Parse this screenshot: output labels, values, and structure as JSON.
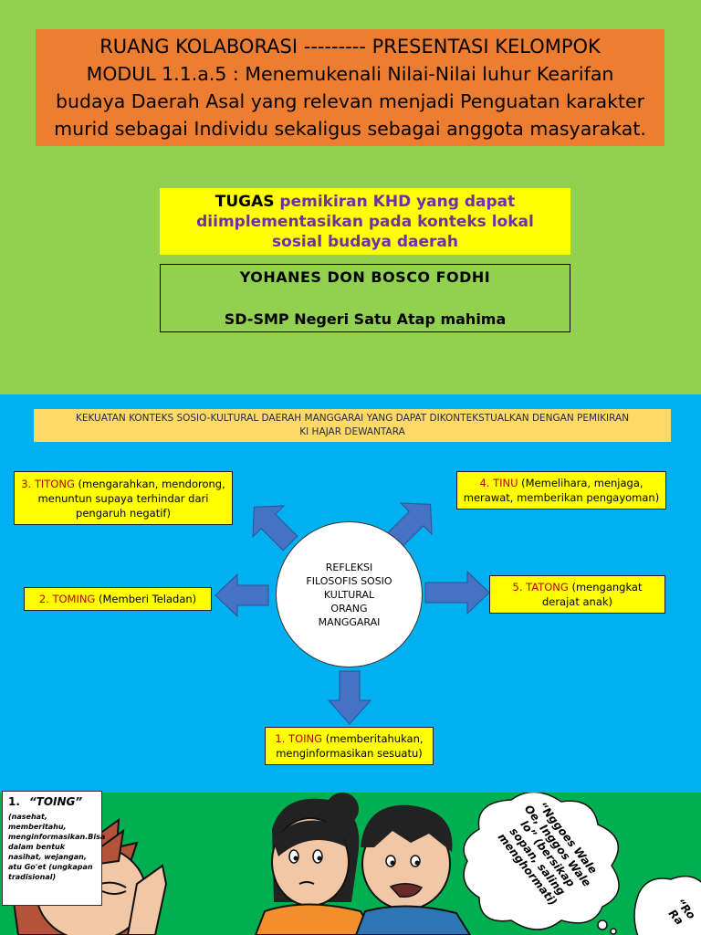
{
  "header": {
    "line1": "RUANG KOLABORASI --------- PRESENTASI KELOMPOK",
    "line2": "MODUL 1.1.a.5 : Menemukenali Nilai-Nilai luhur Kearifan",
    "line3": "budaya Daerah Asal yang relevan menjadi Penguatan karakter",
    "line4": "murid sebagai Individu sekaligus sebagai anggota masyarakat."
  },
  "task": {
    "strong": "TUGAS",
    "line1_rest": " pemikiran KHD yang dapat",
    "line2": "diimplementasikan pada konteks lokal",
    "line3": "sosial budaya daerah"
  },
  "author": {
    "name": "YOHANES DON BOSCO FODHI",
    "school": "SD-SMP Negeri Satu Atap mahima"
  },
  "banner": {
    "line1": "KEKUATAN KONTEKS SOSIO-KULTURAL DAERAH MANGGARAI YANG DAPAT DIKONTEKSTUALKAN DENGAN PEMIKIRAN",
    "line2": "KI HAJAR DEWANTARA"
  },
  "center": {
    "line1": "REFLEKSI",
    "line2": "FILOSOFIS SOSIO",
    "line3": "KULTURAL",
    "line4": "ORANG",
    "line5": "MANGGARAI"
  },
  "boxes": {
    "titong": {
      "head": "3. TITONG",
      "line1": " (mengarahkan, mendorong,",
      "line2": "menuntun supaya terhindar dari",
      "line3": "pengaruh negatif)"
    },
    "tinu": {
      "head": "4. TINU",
      "line1": " (Memelihara, menjaga,",
      "line2": "merawat, memberikan pengayoman)"
    },
    "toming": {
      "head": "2. TOMING",
      "line1": " (Memberi Teladan)"
    },
    "tatong": {
      "head": "5. TATONG",
      "line1": " (mengangkat",
      "line2": "derajat anak)"
    },
    "toing": {
      "head": "1. TOING",
      "line1": " (memberitahukan,",
      "line2": "menginformasikan sesuatu)"
    }
  },
  "comic": {
    "label_num": "1.",
    "label_title": "“TOING”",
    "label_desc": "(nasehat, memberitahu, menginformasikan.Bisa dalam bentuk nasihat, wejangan, atu Go'et (ungkapan tradisional)",
    "bubble1": "“Nggoes Wale Oe, Inggos Wale lo” (bersikap sopan, saling menghormati)",
    "bubble2": "“Ro Ra"
  },
  "colors": {
    "top_bg": "#92d050",
    "middle_bg": "#00b0f0",
    "bottom_bg": "#00b050",
    "title_bg": "#ed7d31",
    "highlight": "#ffff00",
    "banner_bg": "#ffd966",
    "arrow": "#4472c4",
    "term_red": "#c00000",
    "task_purple": "#7030a0"
  }
}
